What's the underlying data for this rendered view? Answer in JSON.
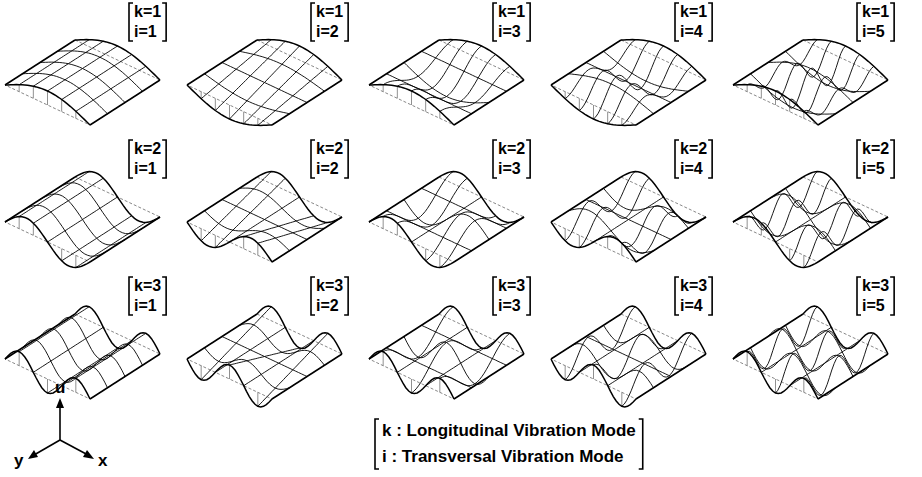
{
  "diagram": {
    "labels": [
      "k=1",
      "i=1",
      "k=1",
      "i=2",
      "k=1",
      "i=3",
      "k=1",
      "i=4",
      "k=1",
      "i=5",
      "k=2",
      "i=1",
      "k=2",
      "i=2",
      "k=2",
      "i=3",
      "k=2",
      "i=4",
      "k=2",
      "i=5",
      "k=3",
      "i=1",
      "k=3",
      "i=2",
      "k=3",
      "i=3",
      "k=3",
      "i=4",
      "k=3",
      "i=5",
      "u",
      "y",
      "x",
      "k : Longitudinal Vibration Mode",
      "i : Transversal Vibration Mode"
    ]
  }
}
